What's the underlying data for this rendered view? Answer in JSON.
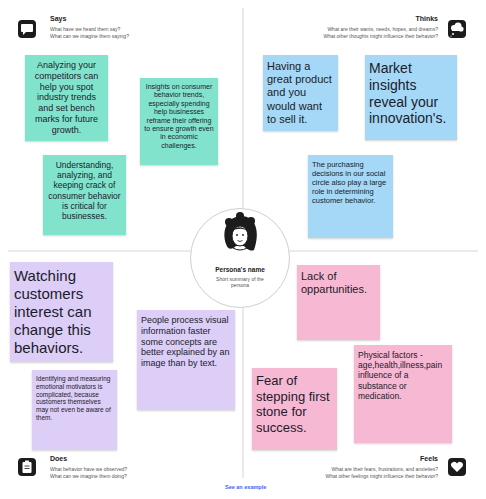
{
  "diagram": {
    "nodes": [
      {
        "text": [
          "Analyzing your competitors can help you spot industry trends and set bench marks for future growth."
        ]
      },
      {
        "text": [
          "Insights on consumer behavior trends, especially spending help businesses reframe their offering to ensure growth even in economic challenges."
        ]
      },
      {
        "text": [
          "Understanding, analyzing, and keeping crack of consumer behavior is critical for businesses."
        ]
      },
      {
        "text": [
          "Having a great product and you would want to sell it."
        ]
      },
      {
        "text": [
          "Market insights reveal your innovation's."
        ]
      },
      {
        "text": [
          "The purchasing decisions in our social circle also play a large role in determining customer behavior."
        ]
      },
      {
        "text": [
          "Persona's name",
          "Short summary of the persona"
        ]
      },
      {
        "text": [
          "Watching customers interest can change this behaviors."
        ]
      },
      {
        "text": [
          "People process visual information faster some concepts are better explained by an image than by text."
        ]
      },
      {
        "text": [
          "Identifying and measuring emotional motivators is complicated, because customers themselves may not even be aware of them."
        ]
      },
      {
        "text": [
          "Lack of oppartunities."
        ]
      },
      {
        "text": [
          "Fear of stepping first stone for success."
        ]
      },
      {
        "text": [
          "Physical factors - age,health,illness,pain influence of a substance or medication."
        ]
      },
      {
        "text": [
          "See an example"
        ]
      }
    ],
    "labels": [
      "Says",
      "What have we heard them say?",
      "What can we imagine them saying?",
      "Thinks",
      "What are their wants, needs, hopes, and dreams?",
      "What other thoughts might influence their behavior?",
      "Does",
      "What behavior have we observed?",
      "What can we imagine them doing?",
      "Feels",
      "What are their fears, frustrations, and anxieties?",
      "What other feelings might influence their behavior?"
    ]
  }
}
